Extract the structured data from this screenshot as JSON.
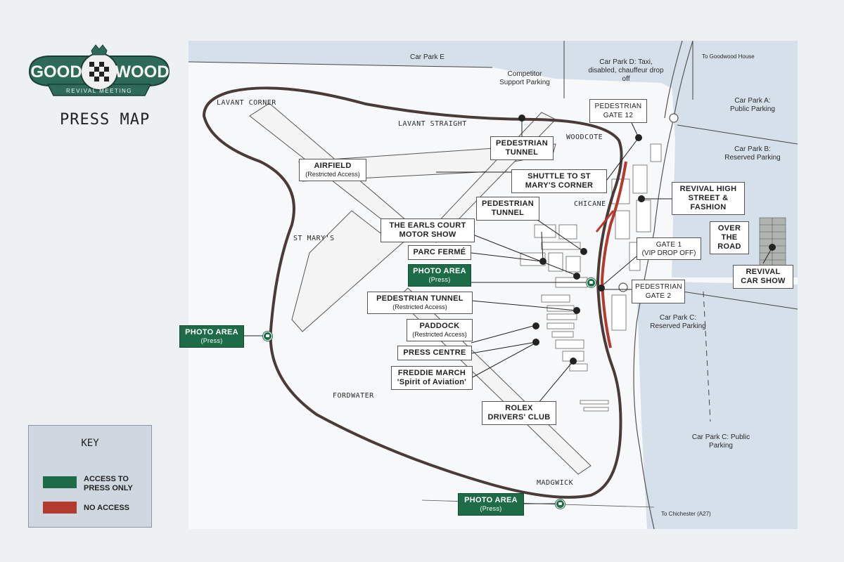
{
  "header": {
    "logo_left": "GOOD",
    "logo_right": "WOOD",
    "logo_ribbon": "REVIVAL MEETING",
    "title": "PRESS MAP"
  },
  "colors": {
    "access_press": "#1e6b48",
    "no_access": "#b43a2e",
    "track": "#4a3b39",
    "carpark": "#d6e0ea",
    "background": "#eef1f4"
  },
  "car_parks": {
    "e": "Car Park E",
    "competitor": "Competitor Support Parking",
    "d": "Car Park D: Taxi, disabled, chauffeur drop off",
    "a": "Car Park A: Public Parking",
    "b": "Car Park B: Reserved Parking",
    "c_reserved": "Car Park C: Reserved Parking",
    "c_public": "Car Park C: Public Parking"
  },
  "road_labels": {
    "to_house": "To Goodwood House",
    "to_chichester": "To Chichester (A27)"
  },
  "track_labels": {
    "lavant_corner": "LAVANT CORNER",
    "lavant_straight": "LAVANT STRAIGHT",
    "woodcote": "WOODCOTE",
    "chicane": "CHICANE",
    "st_marys": "ST MARY'S",
    "fordwater": "FORDWATER",
    "madgwick": "MADGWICK"
  },
  "boxes": {
    "ped_tunnel_top": "PEDESTRIAN TUNNEL",
    "airfield": "AIRFIELD",
    "airfield_sub": "(Restricted Access)",
    "shuttle": "SHUTTLE TO ST MARY'S CORNER",
    "ped_tunnel_mid": "PEDESTRIAN TUNNEL",
    "earls_court": "THE EARLS COURT MOTOR SHOW",
    "parc_ferme": "PARC FERMÉ",
    "ped_tunnel_restricted": "PEDESTRIAN TUNNEL",
    "ped_tunnel_restricted_sub": "(Restricted Access)",
    "paddock": "PADDOCK",
    "paddock_sub": "(Restricted Access)",
    "press_centre": "PRESS CENTRE",
    "freddie_march": "FREDDIE MARCH 'Spirit of Aviation'",
    "rolex": "ROLEX DRIVERS' CLUB",
    "gate12": "PEDESTRIAN GATE 12",
    "revival_high_street": "REVIVAL HIGH STREET & FASHION",
    "gate1": "GATE 1",
    "gate1_sub": "(VIP DROP OFF)",
    "gate2": "PEDESTRIAN GATE 2",
    "over_road": "OVER THE ROAD",
    "revival_car_show": "REVIVAL CAR SHOW"
  },
  "photo_areas": [
    {
      "title": "PHOTO AREA",
      "sub": "(Press)"
    },
    {
      "title": "PHOTO AREA",
      "sub": "(Press)"
    },
    {
      "title": "PHOTO AREA",
      "sub": "(Press)"
    }
  ],
  "key": {
    "title": "KEY",
    "items": [
      {
        "label": "ACCESS TO PRESS ONLY",
        "color": "#1e6b48"
      },
      {
        "label": "NO ACCESS",
        "color": "#b43a2e"
      }
    ]
  }
}
